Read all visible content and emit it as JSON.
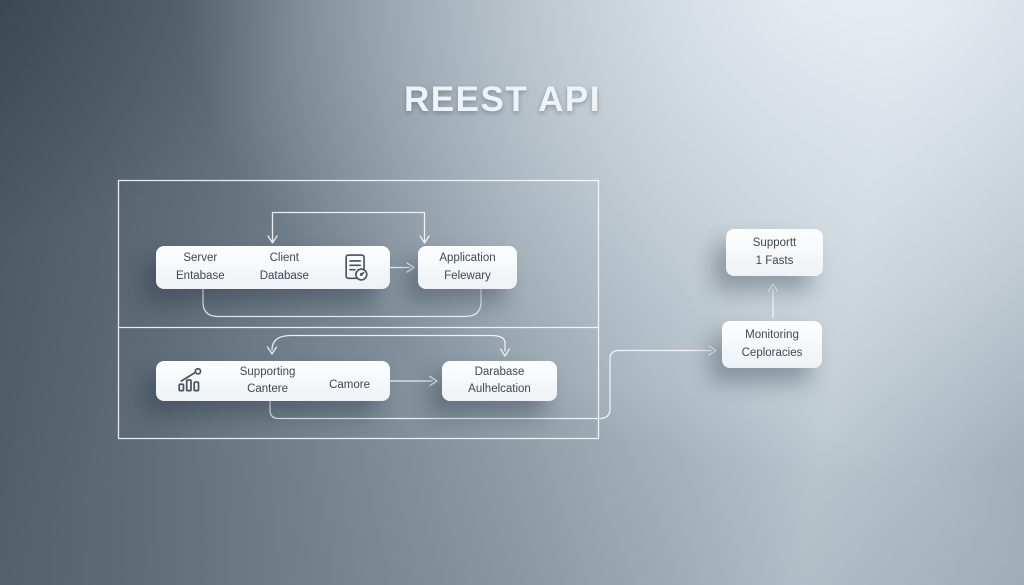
{
  "title": "REEST API",
  "colors": {
    "background_dark": "#4a5661",
    "background_light": "#ccd6dd",
    "node_fill": "#f7fafc",
    "node_text": "#3c4854",
    "connector_line": "#f4f8fb",
    "title_text": "#eef3f7"
  },
  "diagram": {
    "nodes": {
      "database": {
        "server_label": [
          "Server",
          "Entabase"
        ],
        "client_label": [
          "Client",
          "Database"
        ],
        "icon": "document-clock-icon"
      },
      "gateway": {
        "lines": [
          "Application",
          "Felewary"
        ]
      },
      "supporting": {
        "icon": "bar-chart-icon",
        "main_label": [
          "Supporting",
          "Cantere"
        ],
        "side_label": "Camore"
      },
      "database_auth": {
        "lines": [
          "Darabase",
          "Aulhelcation"
        ]
      },
      "monitoring": {
        "lines": [
          "Monitoring",
          "Ceploracies"
        ]
      },
      "support": {
        "lines": [
          "Supportt",
          "1 Fasts"
        ]
      }
    }
  }
}
